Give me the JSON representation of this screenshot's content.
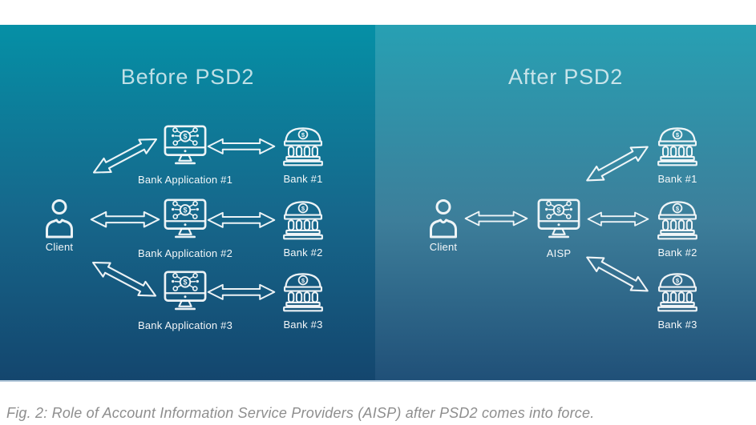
{
  "panels": {
    "before": {
      "title": "Before PSD2",
      "client": "Client",
      "apps": [
        "Bank Application #1",
        "Bank Application #2",
        "Bank Application #3"
      ],
      "banks": [
        "Bank #1",
        "Bank #2",
        "Bank #3"
      ]
    },
    "after": {
      "title": "After PSD2",
      "client": "Client",
      "intermediary": "AISP",
      "banks": [
        "Bank #1",
        "Bank #2",
        "Bank #3"
      ]
    }
  },
  "caption": "Fig. 2: Role of Account Information Service Providers (AISP) after PSD2 comes into force.",
  "glyphs": {
    "dollar": "$"
  },
  "icons": [
    "client-person-icon",
    "bank-app-monitor-icon",
    "bank-building-icon",
    "double-arrow-icon"
  ],
  "colors": {
    "left_panel_top": "#0590a6",
    "left_panel_bottom": "#14466e",
    "right_panel_top": "#27a0b3",
    "right_panel_bottom": "#205078",
    "icon_stroke": "#ffffff",
    "title_text": "#bdd8e0",
    "caption_text": "#8e8e8e"
  }
}
